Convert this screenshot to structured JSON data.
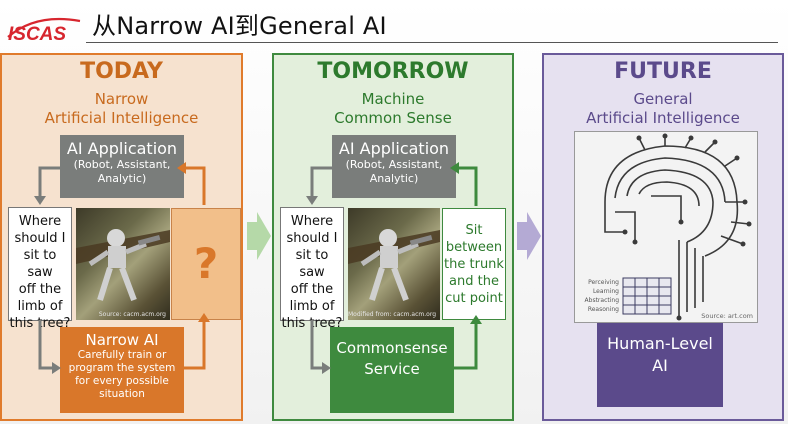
{
  "header": {
    "logo_text": "ISCAS",
    "title": "从Narrow AI到General AI"
  },
  "panels": {
    "today": {
      "heading": "TODAY",
      "subtitle_line1": "Narrow",
      "subtitle_line2": "Artificial Intelligence",
      "app_title": "AI Application",
      "app_sub_line1": "(Robot, Assistant,",
      "app_sub_line2": "Analytic)",
      "question": [
        "Where",
        "should I",
        "sit to saw",
        "off the",
        "limb of",
        "this tree?"
      ],
      "photo_source": "Source: cacm.acm.org",
      "unknown": "?",
      "narrow_title": "Narrow AI",
      "narrow_desc": [
        "Carefully train or",
        "program the system",
        "for every possible",
        "situation"
      ]
    },
    "tomorrow": {
      "heading": "TOMORROW",
      "subtitle_line1": "Machine",
      "subtitle_line2": "Common Sense",
      "app_title": "AI Application",
      "app_sub_line1": "(Robot, Assistant,",
      "app_sub_line2": "Analytic)",
      "question": [
        "Where",
        "should I",
        "sit to saw",
        "off the",
        "limb of",
        "this tree?"
      ],
      "photo_source": "Modified from: cacm.acm.org",
      "answer": [
        "Sit",
        "between",
        "the trunk",
        "and the",
        "cut point"
      ],
      "service_line1": "Commonsense",
      "service_line2": "Service"
    },
    "future": {
      "heading": "FUTURE",
      "subtitle_line1": "General",
      "subtitle_line2": "Artificial Intelligence",
      "brain_labels": [
        "Perceiving",
        "Learning",
        "Abstracting",
        "Reasoning"
      ],
      "brain_source": "Source: art.com",
      "box_line1": "Human-Level",
      "box_line2": "AI"
    }
  },
  "colors": {
    "today_accent": "#d9772a",
    "tomorrow_accent": "#3e8a3e",
    "future_accent": "#5b4a8b",
    "app_gray": "#7a7d7b"
  }
}
